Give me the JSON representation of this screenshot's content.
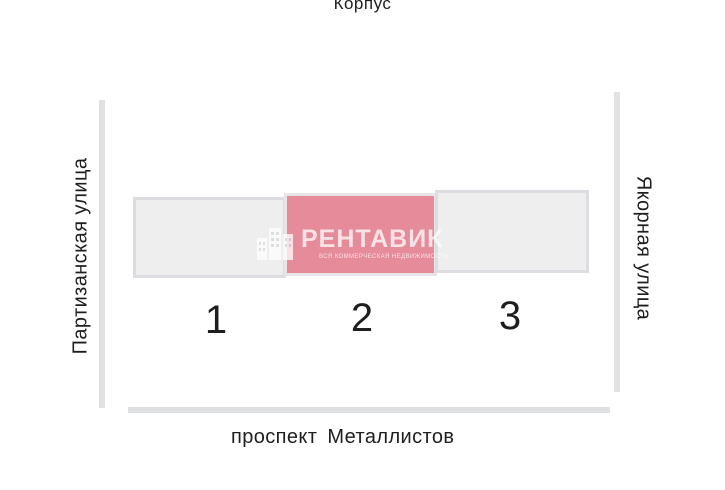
{
  "diagram": {
    "top_label": "Корпус",
    "streets": {
      "left": "Партизанская улица",
      "right": "Якорная улица",
      "bottom": [
        "проспект",
        "Металлистов"
      ]
    },
    "sections": [
      {
        "number": "1",
        "highlighted": false
      },
      {
        "number": "2",
        "highlighted": true
      },
      {
        "number": "3",
        "highlighted": false
      }
    ],
    "colors": {
      "highlight": "#e68b9a",
      "section_fill": "#eeeeef",
      "street_line": "#dfe1e3"
    }
  },
  "watermark": {
    "brand": "РЕНТАВИК",
    "tagline": "ВСЯ КОММЕРЧЕСКАЯ НЕДВИЖИМОСТЬ"
  }
}
